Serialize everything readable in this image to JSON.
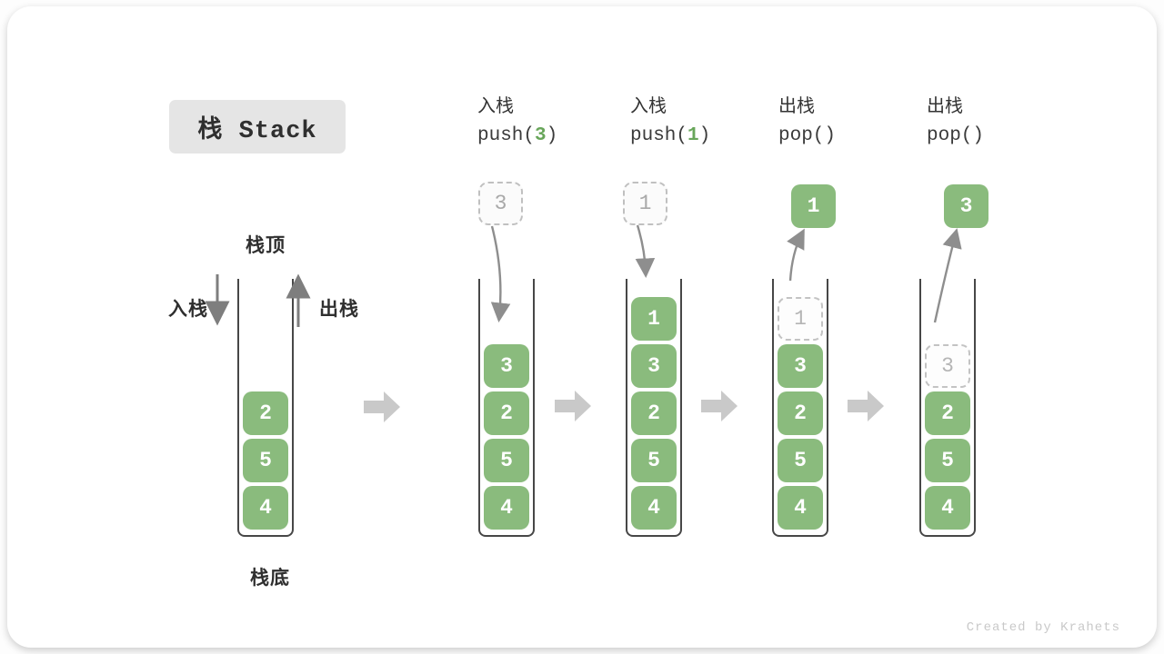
{
  "title": "栈 Stack",
  "watermark": "Created by Krahets",
  "colors": {
    "cell_green": "#8abb7d",
    "code_arg_green": "#68a65a",
    "container_border": "#474747",
    "text_dark": "#333333",
    "arrow_gray": "#8e8e8e",
    "block_arrow_gray": "#c9c9c9",
    "ghost_border_gray": "#c3c3c3",
    "title_badge_bg": "#e5e5e5",
    "watermark_gray": "#c9c9c9"
  },
  "left_stack": {
    "top_label": "栈顶",
    "bottom_label": "栈底",
    "push_label": "入栈",
    "pop_label": "出栈"
  },
  "stages": [
    {
      "name": "initial",
      "cells": [
        "2",
        "5",
        "4"
      ]
    },
    {
      "name": "push-3",
      "op_label": "入栈",
      "code_before": "push(",
      "arg": "3",
      "code_after": ")",
      "floating": {
        "value": "3",
        "variant": "dashed"
      },
      "cells": [
        "3",
        "2",
        "5",
        "4"
      ]
    },
    {
      "name": "push-1",
      "op_label": "入栈",
      "code_before": "push(",
      "arg": "1",
      "code_after": ")",
      "floating": {
        "value": "1",
        "variant": "dashed"
      },
      "cells": [
        "1",
        "3",
        "2",
        "5",
        "4"
      ]
    },
    {
      "name": "pop-1",
      "op_label": "出栈",
      "code_before": "pop()",
      "arg": "",
      "code_after": "",
      "floating": {
        "value": "1",
        "variant": "solid"
      },
      "ghost": "1",
      "cells": [
        "3",
        "2",
        "5",
        "4"
      ]
    },
    {
      "name": "pop-3",
      "op_label": "出栈",
      "code_before": "pop()",
      "arg": "",
      "code_after": "",
      "floating": {
        "value": "3",
        "variant": "solid"
      },
      "ghost": "3",
      "cells": [
        "2",
        "5",
        "4"
      ]
    }
  ]
}
